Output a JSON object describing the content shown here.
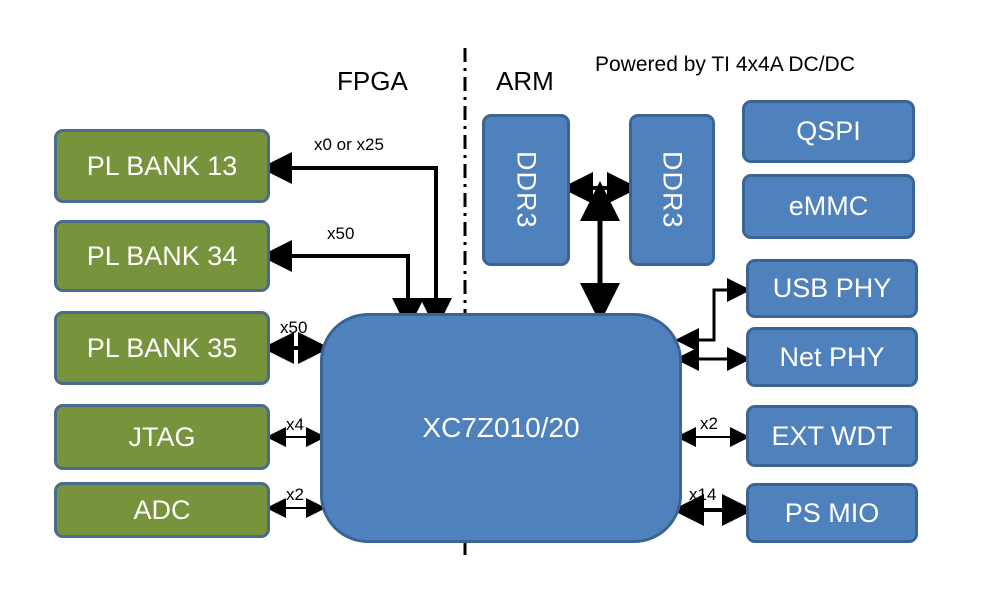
{
  "headers": {
    "fpga": "FPGA",
    "arm": "ARM",
    "power_note": "Powered by TI 4x4A DC/DC"
  },
  "pl_blocks": [
    "PL BANK 13",
    "PL BANK 34",
    "PL BANK 35",
    "JTAG",
    "ADC"
  ],
  "memory": {
    "ddr_left": "DDR3",
    "ddr_right": "DDR3"
  },
  "peripherals": [
    "QSPI",
    "eMMC",
    "USB PHY",
    "Net PHY",
    "EXT WDT",
    "PS MIO"
  ],
  "soc": {
    "label": "XC7Z010/20"
  },
  "bus_labels": {
    "bank13": "x0 or x25",
    "bank34": "x50",
    "bank35": "x50",
    "jtag": "x4",
    "adc": "x2",
    "ext_wdt": "x2",
    "ps_mio": "x14"
  },
  "colors": {
    "pl_fill": "#77933c",
    "ps_fill": "#4f81bd",
    "border": "#3a6494"
  }
}
